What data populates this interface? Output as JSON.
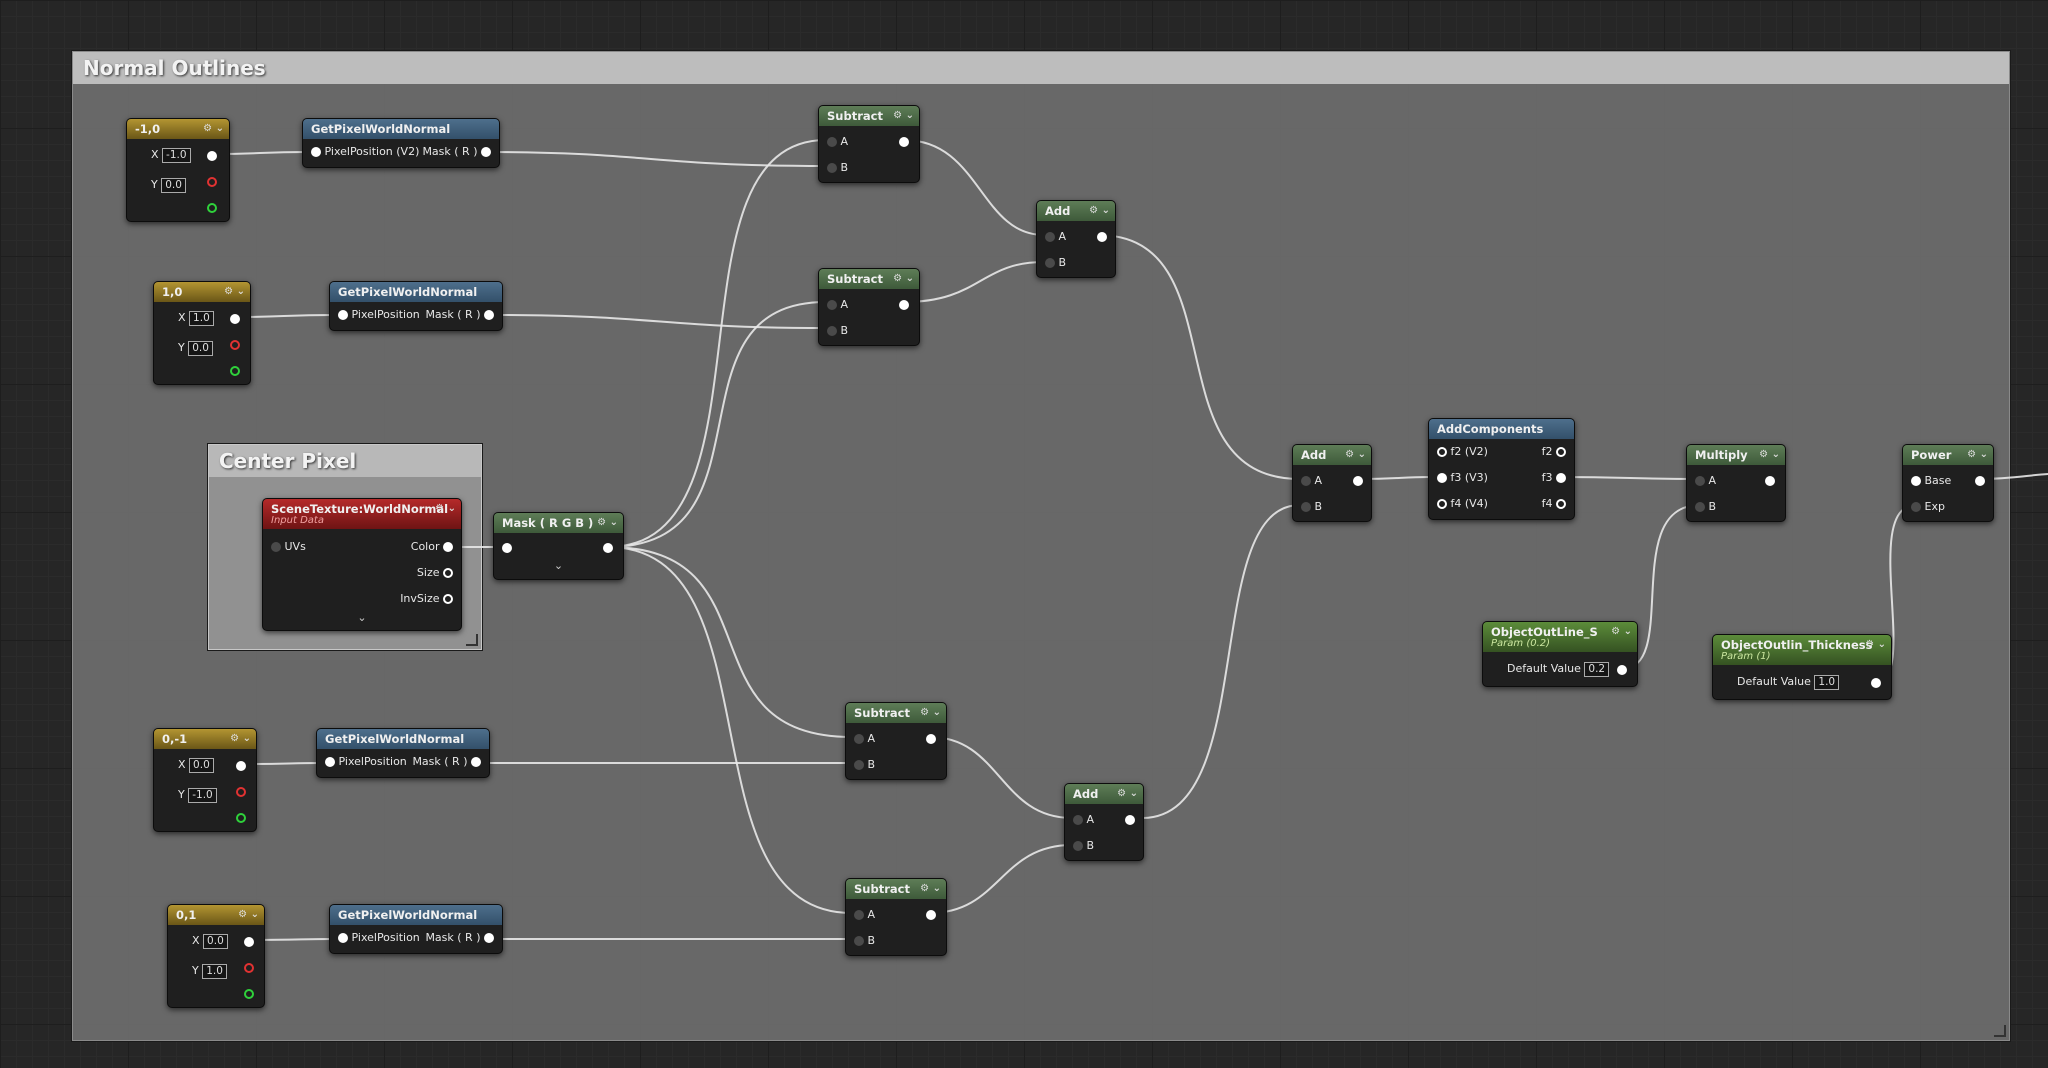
{
  "comments": {
    "normal_outlines": "Normal Outlines",
    "center_pixel": "Center Pixel"
  },
  "nodes": {
    "const_m1_0": {
      "title": "-1,0",
      "x_label": "X",
      "x_value": "-1.0",
      "y_label": "Y",
      "y_value": "0.0"
    },
    "const_1_0": {
      "title": "1,0",
      "x_label": "X",
      "x_value": "1.0",
      "y_label": "Y",
      "y_value": "0.0"
    },
    "const_0_m1": {
      "title": "0,-1",
      "x_label": "X",
      "x_value": "0.0",
      "y_label": "Y",
      "y_value": "-1.0"
    },
    "const_0_1": {
      "title": "0,1",
      "x_label": "X",
      "x_value": "0.0",
      "y_label": "Y",
      "y_value": "1.0"
    },
    "gpwn1": {
      "title": "GetPixelWorldNormal",
      "in": "PixelPosition (V2)",
      "out": "Mask ( R )"
    },
    "gpwn2": {
      "title": "GetPixelWorldNormal",
      "in": "PixelPosition",
      "out": "Mask ( R )"
    },
    "gpwn3": {
      "title": "GetPixelWorldNormal",
      "in": "PixelPosition",
      "out": "Mask ( R )"
    },
    "gpwn4": {
      "title": "GetPixelWorldNormal",
      "in": "PixelPosition",
      "out": "Mask ( R )"
    },
    "scene_texture": {
      "title": "SceneTexture:WorldNormal",
      "subtitle": "Input Data",
      "uvs": "UVs",
      "color": "Color",
      "size": "Size",
      "invsize": "InvSize"
    },
    "mask_rgb": {
      "title": "Mask ( R G B )"
    },
    "sub1": {
      "title": "Subtract",
      "a": "A",
      "b": "B"
    },
    "sub2": {
      "title": "Subtract",
      "a": "A",
      "b": "B"
    },
    "sub3": {
      "title": "Subtract",
      "a": "A",
      "b": "B"
    },
    "sub4": {
      "title": "Subtract",
      "a": "A",
      "b": "B"
    },
    "add1": {
      "title": "Add",
      "a": "A",
      "b": "B"
    },
    "add2": {
      "title": "Add",
      "a": "A",
      "b": "B"
    },
    "add3": {
      "title": "Add",
      "a": "A",
      "b": "B"
    },
    "addcomp": {
      "title": "AddComponents",
      "f2v2": "f2 (V2)",
      "f3v3": "f3 (V3)",
      "f4v4": "f4 (V4)",
      "f2": "f2",
      "f3": "f3",
      "f4": "f4"
    },
    "multiply": {
      "title": "Multiply",
      "a": "A",
      "b": "B"
    },
    "power": {
      "title": "Power",
      "base": "Base",
      "exp": "Exp"
    },
    "param_s": {
      "title": "ObjectOutLine_S",
      "subtitle": "Param (0.2)",
      "label": "Default Value",
      "value": "0.2"
    },
    "param_thick": {
      "title": "ObjectOutlin_Thickness",
      "subtitle": "Param (1)",
      "label": "Default Value",
      "value": "1.0"
    }
  },
  "icons": [
    "node-options-icon",
    "chevron-down-icon",
    "expand-arrow-icon",
    "resize-handle-icon"
  ],
  "colors": {
    "wire": "#e8e8e8",
    "header_math": "#5e7d57",
    "header_function": "#4e6f8c",
    "header_constant": "#b39532",
    "header_texture": "#b52a2a",
    "header_param": "#5c8c3a"
  }
}
